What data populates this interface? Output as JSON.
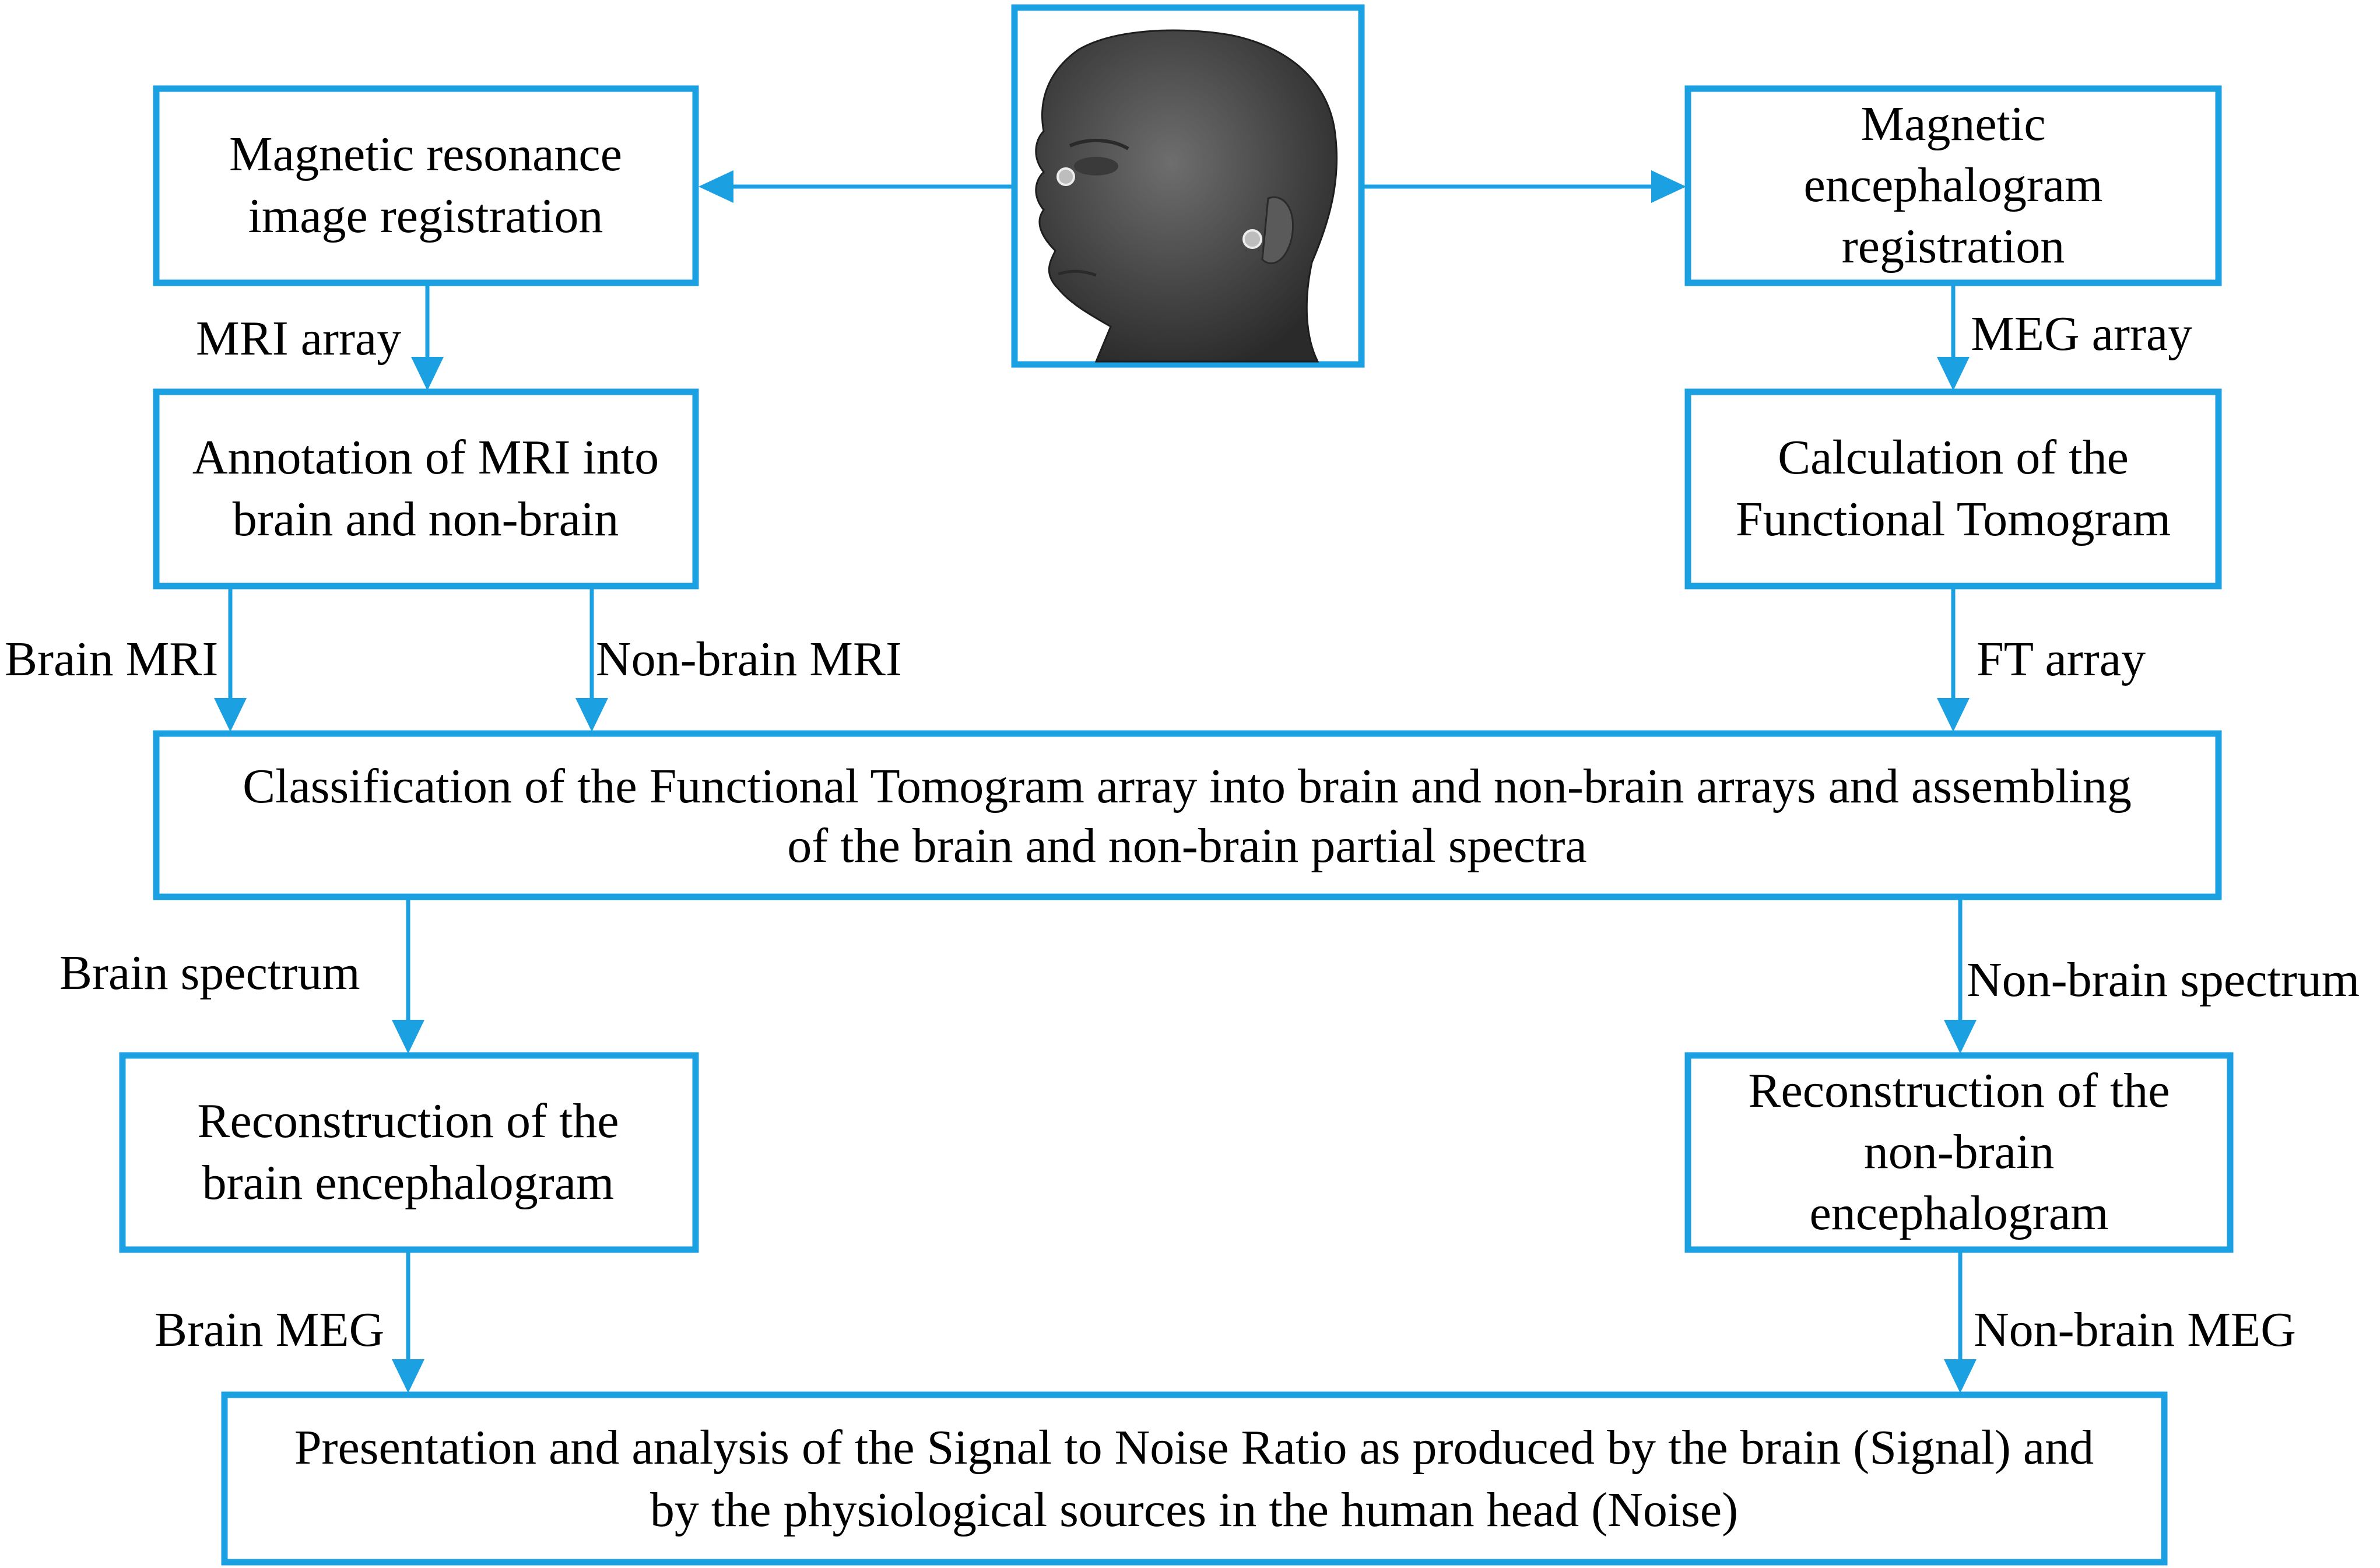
{
  "diagram": {
    "accent_color": "#1ba1e2",
    "nodes": {
      "mri_registration": {
        "line1": "Magnetic resonance",
        "line2": "image registration"
      },
      "meg_registration": {
        "line1": "Magnetic",
        "line2": "encephalogram",
        "line3": "registration"
      },
      "mri_annotation": {
        "line1": "Annotation of MRI into",
        "line2": "brain and non-brain"
      },
      "ft_calculation": {
        "line1": "Calculation of the",
        "line2": "Functional Tomogram"
      },
      "classification": {
        "line1": "Classification of the Functional Tomogram array into brain and non-brain arrays and assembling",
        "line2": "of the brain and non-brain partial spectra"
      },
      "brain_reconstruction": {
        "line1": "Reconstruction of the",
        "line2": "brain encephalogram"
      },
      "nonbrain_reconstruction": {
        "line1": "Reconstruction of the",
        "line2": "non-brain",
        "line3": "encephalogram"
      },
      "snr_presentation": {
        "line1": "Presentation and analysis of the Signal to Noise Ratio as produced by the brain (Signal) and",
        "line2": "by the physiological sources in the human head (Noise)"
      }
    },
    "edge_labels": {
      "mri_array": "MRI array",
      "meg_array": "MEG array",
      "brain_mri": "Brain MRI",
      "nonbrain_mri": "Non-brain MRI",
      "ft_array": "FT array",
      "brain_spectrum": "Brain spectrum",
      "nonbrain_spectrum": "Non-brain spectrum",
      "brain_meg": "Brain MEG",
      "nonbrain_meg": "Non-brain MEG"
    },
    "head_image": {
      "icon": "head-render-icon"
    }
  }
}
